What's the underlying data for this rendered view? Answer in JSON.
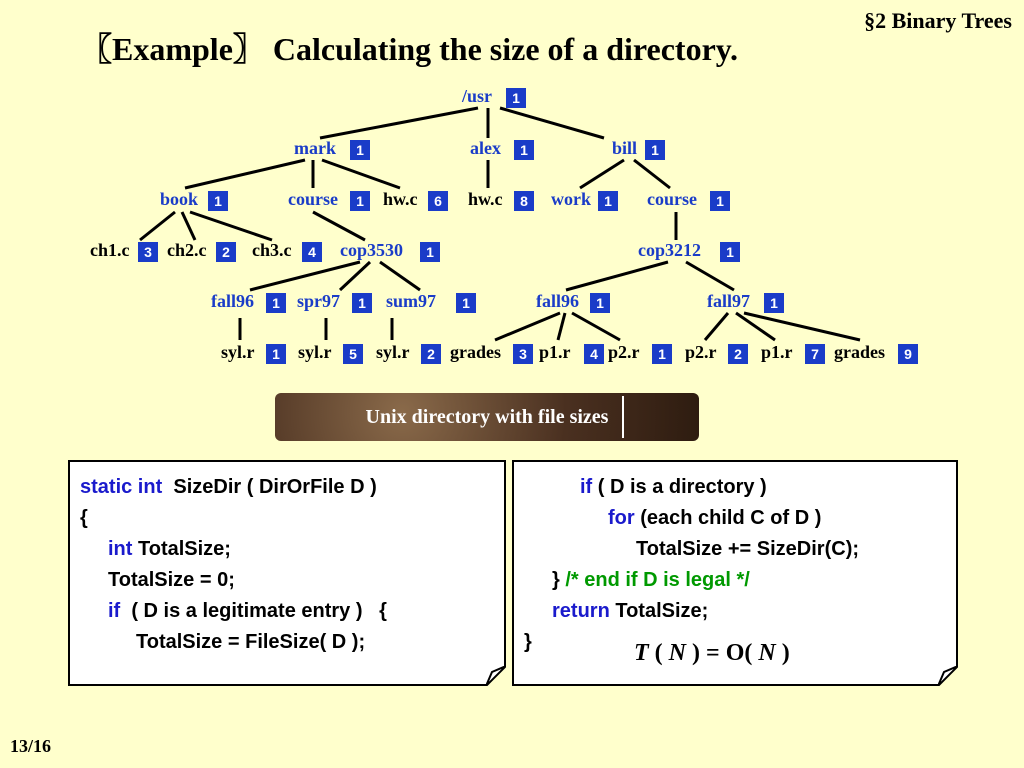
{
  "header": {
    "section": "§2  Binary Trees",
    "title": "〖Example〗 Calculating the size of a directory."
  },
  "tree": {
    "nodes": [
      {
        "label": "/usr",
        "size": "1"
      },
      {
        "label": "mark",
        "size": "1"
      },
      {
        "label": "alex",
        "size": "1"
      },
      {
        "label": "bill",
        "size": "1"
      },
      {
        "label": "book",
        "size": "1"
      },
      {
        "label": "course",
        "size": "1"
      },
      {
        "label": "hw.c",
        "size": "6"
      },
      {
        "label": "hw.c",
        "size": "8"
      },
      {
        "label": "work",
        "size": "1"
      },
      {
        "label": "course",
        "size": "1"
      },
      {
        "label": "ch1.c",
        "size": "3"
      },
      {
        "label": "ch2.c",
        "size": "2"
      },
      {
        "label": "ch3.c",
        "size": "4"
      },
      {
        "label": "cop3530",
        "size": "1"
      },
      {
        "label": "cop3212",
        "size": "1"
      },
      {
        "label": "fall96",
        "size": "1"
      },
      {
        "label": "spr97",
        "size": "1"
      },
      {
        "label": "sum97",
        "size": "1"
      },
      {
        "label": "fall96",
        "size": "1"
      },
      {
        "label": "fall97",
        "size": "1"
      },
      {
        "label": "syl.r",
        "size": "1"
      },
      {
        "label": "syl.r",
        "size": "5"
      },
      {
        "label": "syl.r",
        "size": "2"
      },
      {
        "label": "grades",
        "size": "3"
      },
      {
        "label": "p1.r",
        "size": "4"
      },
      {
        "label": "p2.r",
        "size": "1"
      },
      {
        "label": "p2.r",
        "size": "2"
      },
      {
        "label": "p1.r",
        "size": "7"
      },
      {
        "label": "grades",
        "size": "9"
      }
    ]
  },
  "caption": "Unix directory with file sizes",
  "code_left": {
    "l1_kw": "static int",
    "l1_rest": "  SizeDir ( DirOrFile D )",
    "l2": "{",
    "l3_kw": "int",
    "l3_rest": " TotalSize;",
    "l4": "TotalSize = 0;",
    "l5_kw": "if",
    "l5_rest": "  ( D is a legitimate entry )   {",
    "l6": "TotalSize = FileSize( D );"
  },
  "code_right": {
    "l1_kw": "if",
    "l1_rest": " ( D is a directory )",
    "l2_kw": "for",
    "l2_rest": " (each child C of D )",
    "l3": "TotalSize += SizeDir(C);",
    "l4_a": "} ",
    "l4_cm": "/* end if D is legal */",
    "l5_kw": "return",
    "l5_rest": " TotalSize;",
    "l6": "}"
  },
  "formula": {
    "t": "T",
    "n1": "N",
    "o": "O(",
    "n2": "N"
  },
  "footer": {
    "page": "13/16"
  },
  "colors": {
    "background": "#ffffcc",
    "directory": "#1a3cc8",
    "keyword": "#1a1acc",
    "comment": "#009900"
  }
}
